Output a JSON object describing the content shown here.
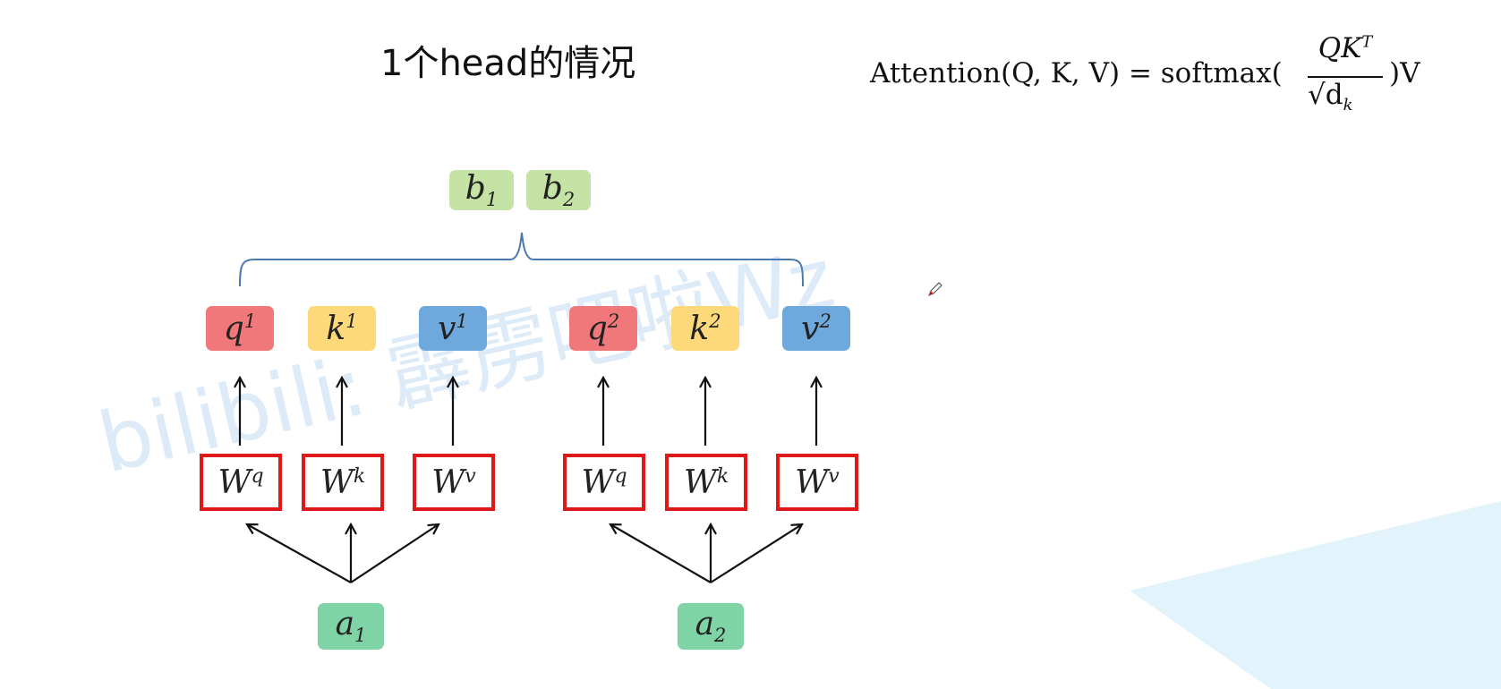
{
  "title": "1个head的情况",
  "formula": {
    "lhs": "Attention(Q, K, V) = softmax(",
    "numerator": "QK",
    "numerator_sup": "T",
    "denominator": "√d",
    "denominator_sub": "k",
    "tail": ")V"
  },
  "outputs": [
    {
      "base": "b",
      "sub": "1"
    },
    {
      "base": "b",
      "sub": "2"
    }
  ],
  "groups": [
    {
      "input": {
        "base": "a",
        "sub": "1"
      },
      "vectors": [
        {
          "base": "q",
          "sup": "1",
          "role": "query"
        },
        {
          "base": "k",
          "sup": "1",
          "role": "key"
        },
        {
          "base": "v",
          "sup": "1",
          "role": "value"
        }
      ],
      "weights": [
        {
          "base": "W",
          "sup": "q"
        },
        {
          "base": "W",
          "sup": "k"
        },
        {
          "base": "W",
          "sup": "v"
        }
      ]
    },
    {
      "input": {
        "base": "a",
        "sub": "2"
      },
      "vectors": [
        {
          "base": "q",
          "sup": "2",
          "role": "query"
        },
        {
          "base": "k",
          "sup": "2",
          "role": "key"
        },
        {
          "base": "v",
          "sup": "2",
          "role": "value"
        }
      ],
      "weights": [
        {
          "base": "W",
          "sup": "q"
        },
        {
          "base": "W",
          "sup": "k"
        },
        {
          "base": "W",
          "sup": "v"
        }
      ]
    }
  ],
  "watermark": "bilibili: 霹雳吧啦Wz",
  "colors": {
    "query": "#f0787a",
    "key": "#fdd97a",
    "value": "#6fa8dc",
    "input": "#7fd4a6",
    "output": "#c5e3a4",
    "weight_border": "#e01818",
    "brace": "#4a78b0",
    "watermark": "#dcebf7",
    "corner_shape": "#e3f3fb"
  },
  "icons": {
    "cursor": "pencil-cursor-icon"
  }
}
